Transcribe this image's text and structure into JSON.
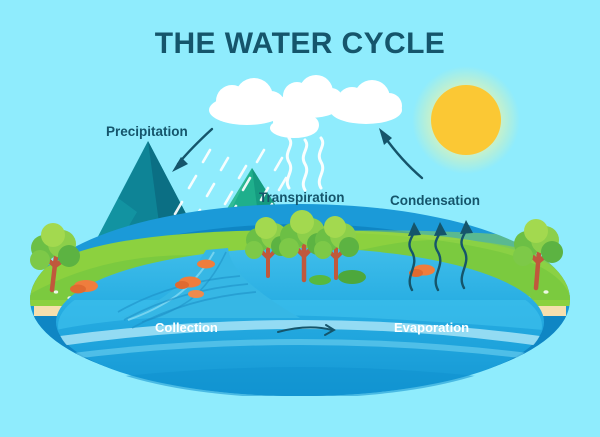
{
  "page": {
    "title": "THE WATER CYCLE",
    "background_color": "#8fecfd",
    "title_color": "#15556b"
  },
  "labels": {
    "precipitation": "Precipitation",
    "transpiration": "Transpiration",
    "condensation": "Condensation",
    "collection": "Collection",
    "evaporation": "Evaporation"
  },
  "colors": {
    "sky": "#8fecfd",
    "title_text": "#15556b",
    "label_dark": "#15556b",
    "label_light": "#ffffff",
    "sun_core": "#fbc834",
    "sun_glow": "#e9f2a8",
    "cloud": "#ffffff",
    "mountain_left_dark": "#0d7c8c",
    "mountain_left_light": "#12909c",
    "mountain_right_dark": "#17a085",
    "mountain_right_light": "#2fb892",
    "grass_light": "#8cd13f",
    "grass_dark": "#57b93f",
    "sand": "#f6dfae",
    "water_top": "#36b7e5",
    "water_mid": "#1ea6df",
    "water_deep": "#0f8fcc",
    "water_highlight": "#7fd8f2",
    "tree_leaf_light": "#a8d84b",
    "tree_leaf_dark": "#5cb342",
    "tree_trunk": "#c0583c",
    "rock": "#ef7d3d",
    "arrow": "#15556b",
    "vapor": "#ffffff"
  },
  "elements": {
    "sun": "sun-icon",
    "clouds": "cloud-icon",
    "rain": "rain-dashes",
    "vapor_waves": "transpiration-waves",
    "evaporation_arrows": "evaporation-arrows",
    "precipitation_arrow": "curved-arrow-down-left",
    "condensation_arrow": "curved-arrow-up-left",
    "flow_arrow": "water-flow-arrow"
  }
}
